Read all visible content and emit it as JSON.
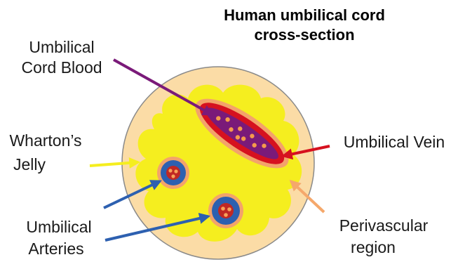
{
  "title": {
    "line1": "Human umbilical cord",
    "line2": "cross-section"
  },
  "labels": {
    "umbilical_cord_blood": {
      "line1": "Umbilical",
      "line2": "Cord Blood"
    },
    "whartons_jelly": {
      "line1": "Wharton’s",
      "line2": "Jelly"
    },
    "umbilical_arteries": {
      "line1": "Umbilical",
      "line2": "Arteries"
    },
    "umbilical_vein": {
      "line1": "Umbilical Vein"
    },
    "perivascular_region": {
      "line1": "Perivascular",
      "line2": "region"
    }
  },
  "colors": {
    "cord_outer": "#fbdca6",
    "whartons_jelly": "#f5ee1f",
    "vein_perivascular": "#f3a36b",
    "vein_wall": "#d6111f",
    "vein_lumen": "#7a1a79",
    "blood_cells": "#f59a4c",
    "artery_perivascular": "#f3a36b",
    "artery_wall": "#2d60b0",
    "artery_lumen": "#c02824",
    "artery_cells": "#f7a25a",
    "arrow_cord_blood": "#7a1a79",
    "arrow_vein": "#d6111f",
    "arrow_jelly": "#f5ee1f",
    "arrow_arteries": "#2d60b0",
    "arrow_perivascular": "#f5a86b"
  }
}
